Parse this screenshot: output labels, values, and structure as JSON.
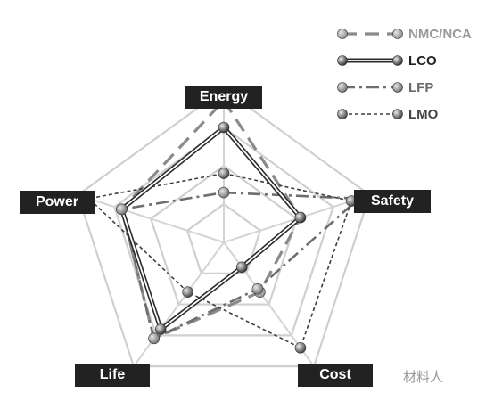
{
  "chart_data": {
    "type": "radar",
    "axes": [
      "Energy",
      "Safety",
      "Cost",
      "Life",
      "Power"
    ],
    "rlim": [
      0,
      4
    ],
    "grid": true,
    "legend_position": "top-right",
    "series": [
      {
        "name": "NMC/NCA",
        "values": [
          3.7,
          2.1,
          1.6,
          3.1,
          2.8
        ],
        "color": "#8a8a8a",
        "line": "long-dash"
      },
      {
        "name": "LCO",
        "values": [
          3.0,
          2.1,
          0.8,
          2.8,
          2.8
        ],
        "color": "#2b2b2b",
        "line": "double-solid"
      },
      {
        "name": "LFP",
        "values": [
          1.3,
          3.7,
          1.5,
          3.1,
          2.8
        ],
        "color": "#6e6e6e",
        "line": "dash-dot"
      },
      {
        "name": "LMO",
        "values": [
          1.8,
          3.5,
          3.4,
          1.6,
          3.7
        ],
        "color": "#3f3f3f",
        "line": "fine-dash"
      }
    ]
  },
  "watermark": "材料人"
}
